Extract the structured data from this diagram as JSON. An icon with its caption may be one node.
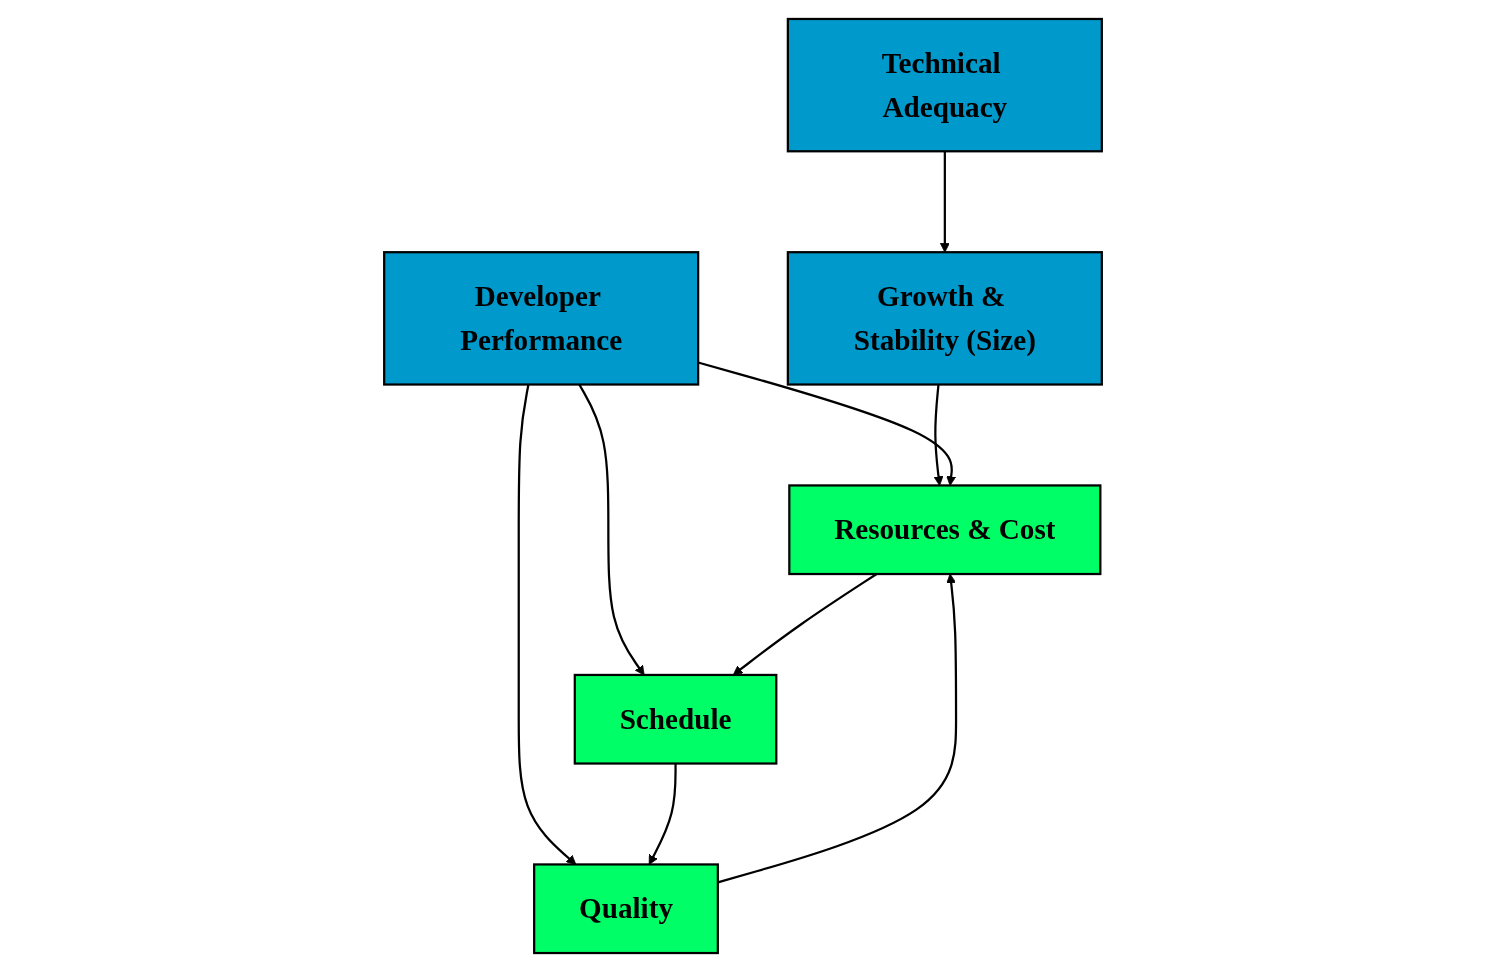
{
  "diagram": {
    "nodes": [
      {
        "text": [
          "Growth & Stability (Size)"
        ]
      },
      {
        "text": [
          "Technical Adequacy"
        ]
      },
      {
        "text": [
          "Developer Performance"
        ]
      },
      {
        "text": [
          "Resources & Cost"
        ]
      },
      {
        "text": [
          "Schedule"
        ]
      },
      {
        "text": [
          "Quality"
        ]
      }
    ],
    "edges": [
      {
        "from": 1,
        "to": 0,
        "arrow": "to"
      },
      {
        "from": 0,
        "to": 3,
        "arrow": "to"
      },
      {
        "from": 2,
        "to": 3,
        "arrow": "to"
      },
      {
        "from": 2,
        "to": 4,
        "arrow": "to"
      },
      {
        "from": 2,
        "to": 5,
        "arrow": "to"
      },
      {
        "from": 3,
        "to": 4,
        "arrow": "to"
      },
      {
        "from": 4,
        "to": 5,
        "arrow": "to"
      },
      {
        "from": 5,
        "to": 3,
        "arrow": "to"
      }
    ]
  }
}
